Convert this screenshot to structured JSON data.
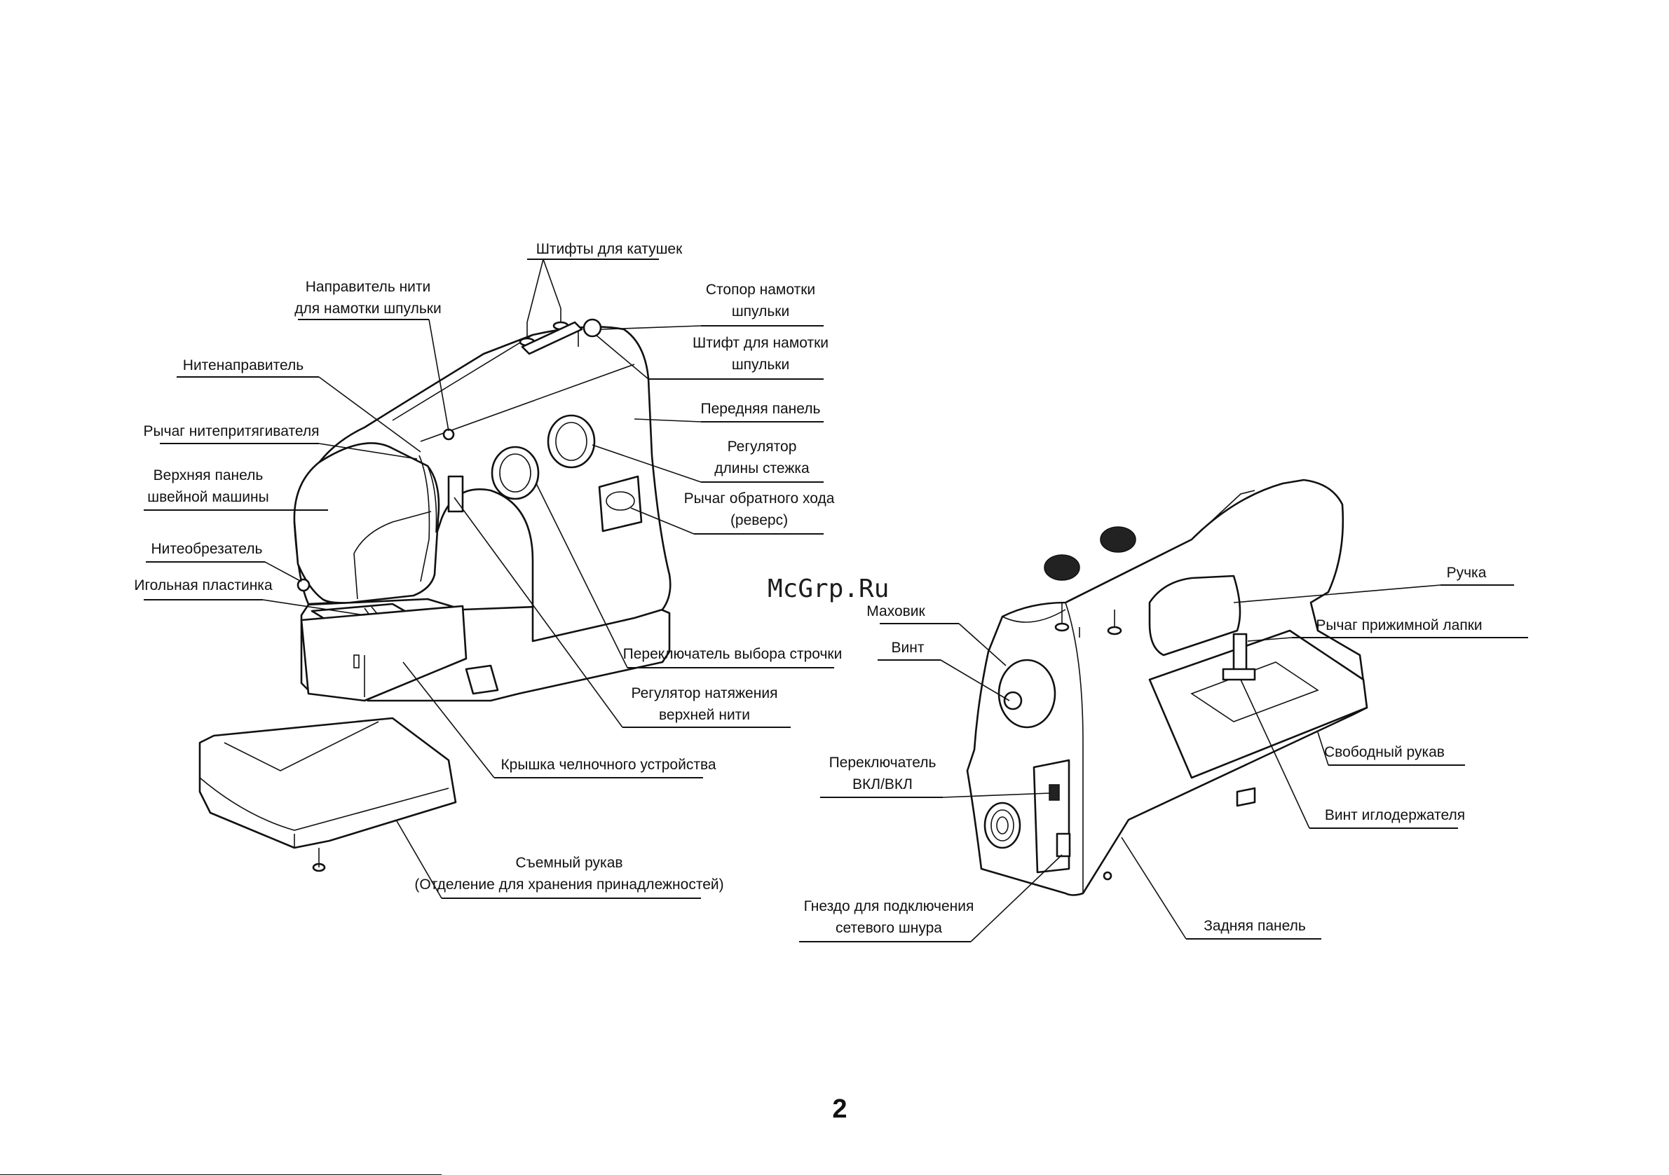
{
  "watermark": "McGrp.Ru",
  "page_number": "2",
  "front_view": {
    "labels": {
      "spool_pins": "Штифты для катушек",
      "bobbin_thread_guide_1": "Направитель нити",
      "bobbin_thread_guide_2": "для намотки шпульки",
      "bobbin_stopper_1": "Стопор намотки",
      "bobbin_stopper_2": "шпульки",
      "bobbin_spindle_1": "Штифт для намотки",
      "bobbin_spindle_2": "шпульки",
      "thread_guide": "Нитенаправитель",
      "front_panel": "Передняя панель",
      "take_up_lever": "Рычаг нитепритягивателя",
      "stitch_length_1": "Регулятор",
      "stitch_length_2": "длины стежка",
      "top_cover_1": "Верхняя панель",
      "top_cover_2": "швейной машины",
      "reverse_lever_1": "Рычаг обратного хода",
      "reverse_lever_2": "(реверс)",
      "thread_cutter": "Нитеобрезатель",
      "needle_plate": "Игольная пластинка",
      "pattern_selector": "Переключатель выбора строчки",
      "tension_dial_1": "Регулятор натяжения",
      "tension_dial_2": "верхней нити",
      "shuttle_cover": "Крышка челночного устройства",
      "extension_table_1": "Съемный рукав",
      "extension_table_2": "(Отделение для хранения принадлежностей)"
    }
  },
  "back_view": {
    "labels": {
      "handwheel": "Маховик",
      "screw": "Винт",
      "handle": "Ручка",
      "presser_foot_lever": "Рычаг прижимной лапки",
      "free_arm": "Свободный рукав",
      "power_switch_1": "Переключатель",
      "power_switch_2": "ВКЛ/ВКЛ",
      "needle_clamp_screw": "Винт иглодержателя",
      "power_socket_1": "Гнездо для подключения",
      "power_socket_2": "сетевого шнура",
      "rear_panel": "Задняя панель"
    }
  }
}
